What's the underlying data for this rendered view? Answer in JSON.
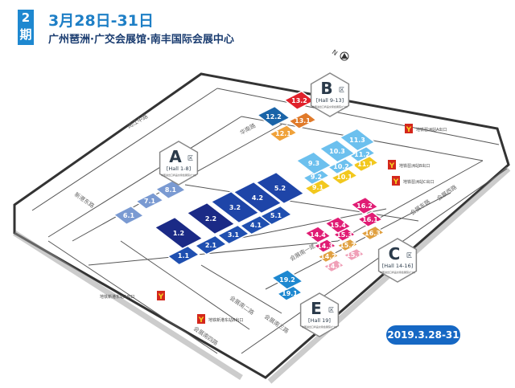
{
  "header": {
    "period_number": "2",
    "period_char": "期",
    "dates": "3月28日-31日",
    "venue": "广州琶洲·广交会展馆·南丰国际会展中心"
  },
  "date_badge": "2019.3.28-31",
  "compass": "N",
  "zones": [
    {
      "letter": "A",
      "suffix": "区",
      "halls": "[Hall 1-8]",
      "venue": "中国进出口商品交易会展馆(广州)"
    },
    {
      "letter": "B",
      "suffix": "区",
      "halls": "[Hall 9-13]",
      "venue": "中国进出口商品交易会展馆(广州)"
    },
    {
      "letter": "C",
      "suffix": "区",
      "halls": "[Hall 14-16]",
      "venue": "中国进出口商品交易会展馆(广州)"
    },
    {
      "letter": "E",
      "suffix": "区",
      "halls": "[Hall 19]",
      "venue": "中国进出口商品交易会展馆(广州)"
    }
  ],
  "halls": [
    {
      "label": "1.2",
      "color": "#1b2a86"
    },
    {
      "label": "1.1",
      "color": "#1f4fb0"
    },
    {
      "label": "2.2",
      "color": "#1b2a86"
    },
    {
      "label": "2.1",
      "color": "#1f4fb0"
    },
    {
      "label": "3.2",
      "color": "#1e45a8"
    },
    {
      "label": "3.1",
      "color": "#1f4fb0"
    },
    {
      "label": "4.2",
      "color": "#1e45a8"
    },
    {
      "label": "4.1",
      "color": "#1f4fb0"
    },
    {
      "label": "5.2",
      "color": "#1e45a8"
    },
    {
      "label": "5.1",
      "color": "#1f4fb0"
    },
    {
      "label": "6.1",
      "color": "#7a9ad2"
    },
    {
      "label": "7.1",
      "color": "#7a9ad2"
    },
    {
      "label": "8.1",
      "color": "#7a9ad2"
    },
    {
      "label": "13.2",
      "color": "#e0202a"
    },
    {
      "label": "12.2",
      "color": "#1a64a8"
    },
    {
      "label": "13.1",
      "color": "#e07a2a"
    },
    {
      "label": "12.1",
      "color": "#f0a23a"
    },
    {
      "label": "9.1",
      "color": "#f2c81e"
    },
    {
      "label": "10.1",
      "color": "#f2c81e"
    },
    {
      "label": "11.1",
      "color": "#f2c81e"
    },
    {
      "label": "9.2",
      "color": "#6cc0ee"
    },
    {
      "label": "10.2",
      "color": "#6cc0ee"
    },
    {
      "label": "11.2",
      "color": "#6cc0ee"
    },
    {
      "label": "9.3",
      "color": "#6cc0ee"
    },
    {
      "label": "10.3",
      "color": "#6cc0ee"
    },
    {
      "label": "11.3",
      "color": "#6cc0ee"
    },
    {
      "label": "16.3",
      "color": "#e0a040"
    },
    {
      "label": "16.2",
      "color": "#e01c74"
    },
    {
      "label": "16.1",
      "color": "#e01c74"
    },
    {
      "label": "14.1",
      "color": "#f0a0b8"
    },
    {
      "label": "15.1",
      "color": "#f0a0b8"
    },
    {
      "label": "14.2",
      "color": "#e0a040"
    },
    {
      "label": "15.2",
      "color": "#e0a040"
    },
    {
      "label": "14.3",
      "color": "#e01c74"
    },
    {
      "label": "15.3",
      "color": "#e01c74"
    },
    {
      "label": "14.4",
      "color": "#e01c74"
    },
    {
      "label": "15.4",
      "color": "#e01c74"
    },
    {
      "label": "19.1",
      "color": "#1e88d0"
    },
    {
      "label": "19.2",
      "color": "#1e88d0"
    }
  ],
  "roads": [
    "阅江中路",
    "华南路",
    "新港东路",
    "会展东路",
    "会展西路",
    "会展南一路",
    "会展南二路",
    "会展南三路",
    "会展南四路"
  ],
  "metro": [
    "地铁琶洲站A出口",
    "地铁琶洲站B出口",
    "地铁琶洲站C出口",
    "地铁新港东站A出口",
    "地铁新港东站B出口"
  ],
  "colors": {
    "accent": "#1e88d0",
    "metro": "#d4271c"
  }
}
